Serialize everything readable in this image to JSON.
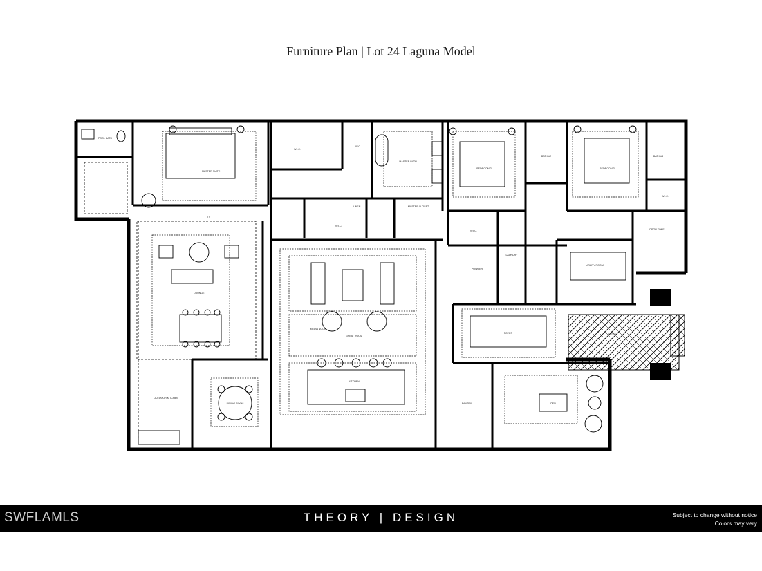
{
  "title": "Furniture Plan | Lot 24 Laguna Model",
  "footer": {
    "mls": "SWFLAMLS",
    "brand": "THEORY | DESIGN",
    "note_line1": "Subject to change without notice",
    "note_line2": "Colors may very"
  },
  "plan": {
    "labels": {
      "pool_bath": "POOL BATH",
      "master_suite": "MASTER SUITE",
      "wic_master": "W.I.C.",
      "wc": "W.C.",
      "master_bath": "MASTER BATH",
      "linen": "LINEN",
      "wic2": "W.I.C.",
      "bedroom2": "BEDROOM 2",
      "bath2": "BATH #2",
      "bedroom3": "BEDROOM 3",
      "bath3": "BATH #3",
      "wic3": "W.I.C.",
      "tv": "TV",
      "lounge": "LOUNGE",
      "wic4": "W.I.C.",
      "laundry": "LAUNDRY",
      "great_room": "GREAT ROOM",
      "kitchen": "KITCHEN",
      "dining": "DINING ROOM",
      "outdoor_kitchen": "OUTDOOR KITCHEN",
      "powder": "POWDER",
      "utility": "UTILITY ROOM",
      "foyer": "FOYER",
      "entry": "ENTRY",
      "drop_zone": "DROP ZONE",
      "den": "DEN",
      "pantry": "PANTRY",
      "master_closet": "MASTER CLOSET",
      "media_nook": "MEDIA NOOK"
    }
  }
}
